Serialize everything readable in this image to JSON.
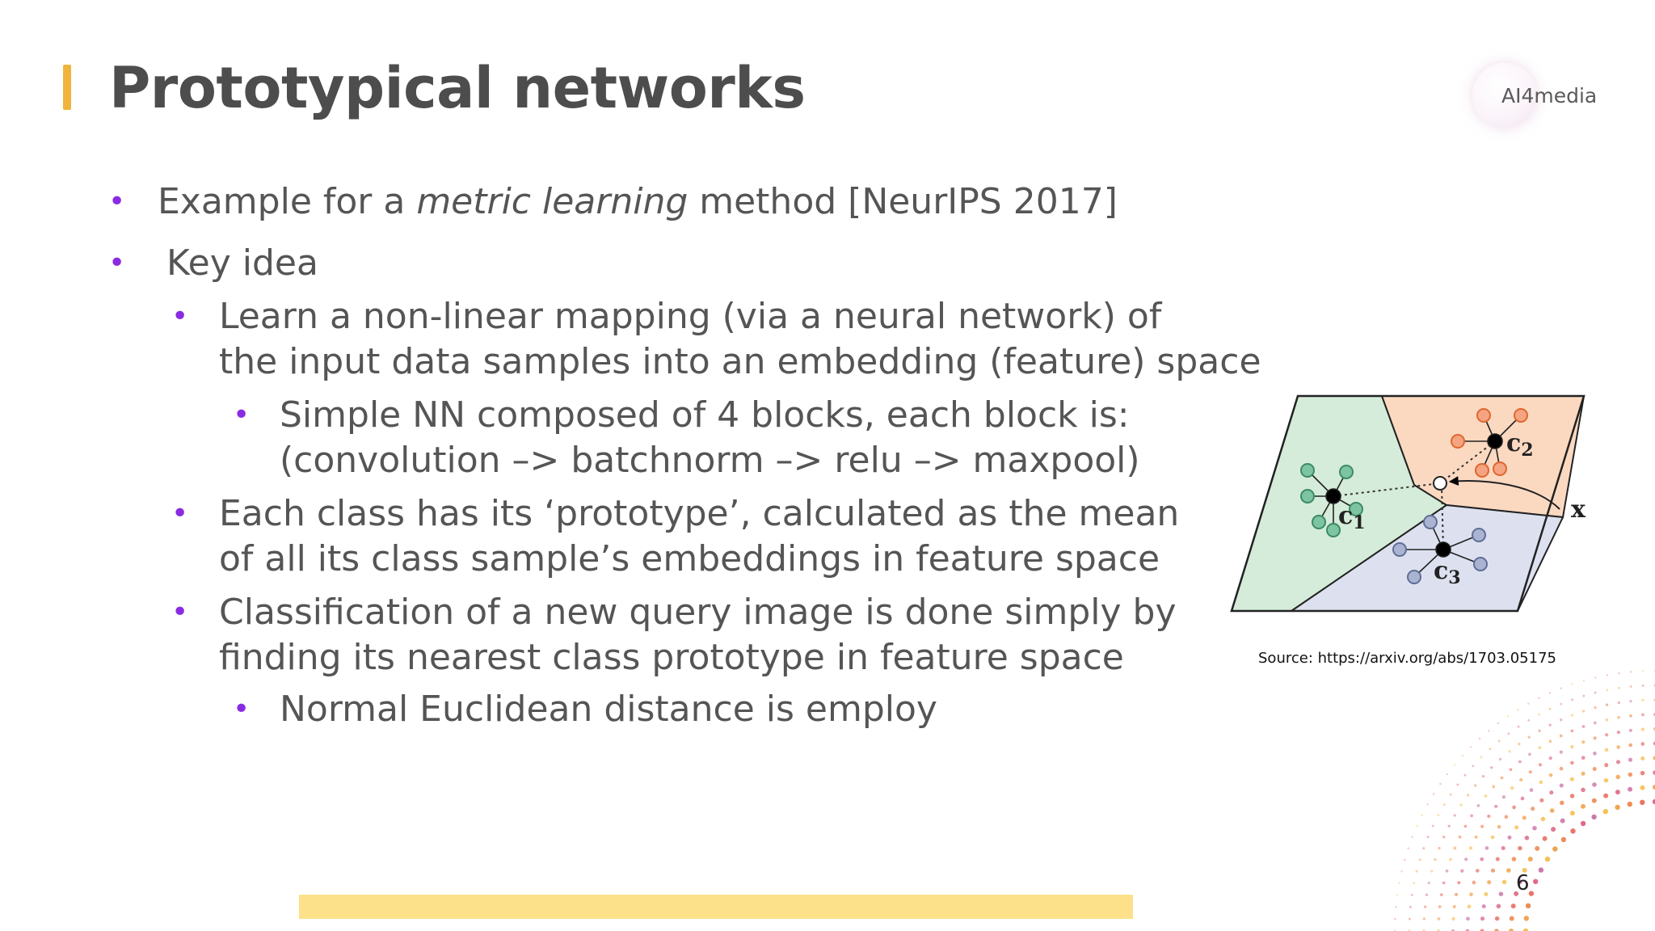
{
  "slide": {
    "title": "Prototypical networks",
    "logo": {
      "label": "AI4media"
    },
    "bullets": [
      {
        "level": 1,
        "text_before": "Example for a ",
        "text_italic": "metric learning",
        "text_after": " method [NeurIPS 2017]"
      },
      {
        "level": 1,
        "text": "Key idea"
      },
      {
        "level": 2,
        "lines": [
          "Learn a non-linear mapping (via a neural network) of",
          "the input data samples into an embedding (feature) space"
        ]
      },
      {
        "level": 3,
        "lines": [
          "Simple NN composed of 4 blocks, each block is:",
          "(convolution –> batchnorm –> relu –> maxpool)"
        ]
      },
      {
        "level": 2,
        "lines": [
          "Each class has its ‘prototype’, calculated as the mean",
          "of all its class sample’s embeddings in feature space"
        ]
      },
      {
        "level": 2,
        "lines": [
          "Classification of a new query image is done simply by",
          "finding its nearest class prototype in feature space"
        ]
      },
      {
        "level": 3,
        "lines": [
          "Normal Euclidean distance is employ"
        ]
      }
    ],
    "figure": {
      "labels": {
        "c1": "c",
        "c1_sub": "1",
        "c2": "c",
        "c2_sub": "2",
        "c3": "c",
        "c3_sub": "3",
        "x": "x"
      },
      "colors": {
        "region1": "#d4ecd9",
        "region2": "#fbd9c1",
        "region3": "#dde1ef",
        "points1": "#4faa83",
        "points2": "#e8703a",
        "points3": "#7f8fb6"
      }
    },
    "source": "Source: https://arxiv.org/abs/1703.05175",
    "page_number": "6",
    "colors": {
      "bullet": "#8a2be2",
      "accent": "#f0b43c",
      "bottom_bar": "#fde18a"
    }
  }
}
